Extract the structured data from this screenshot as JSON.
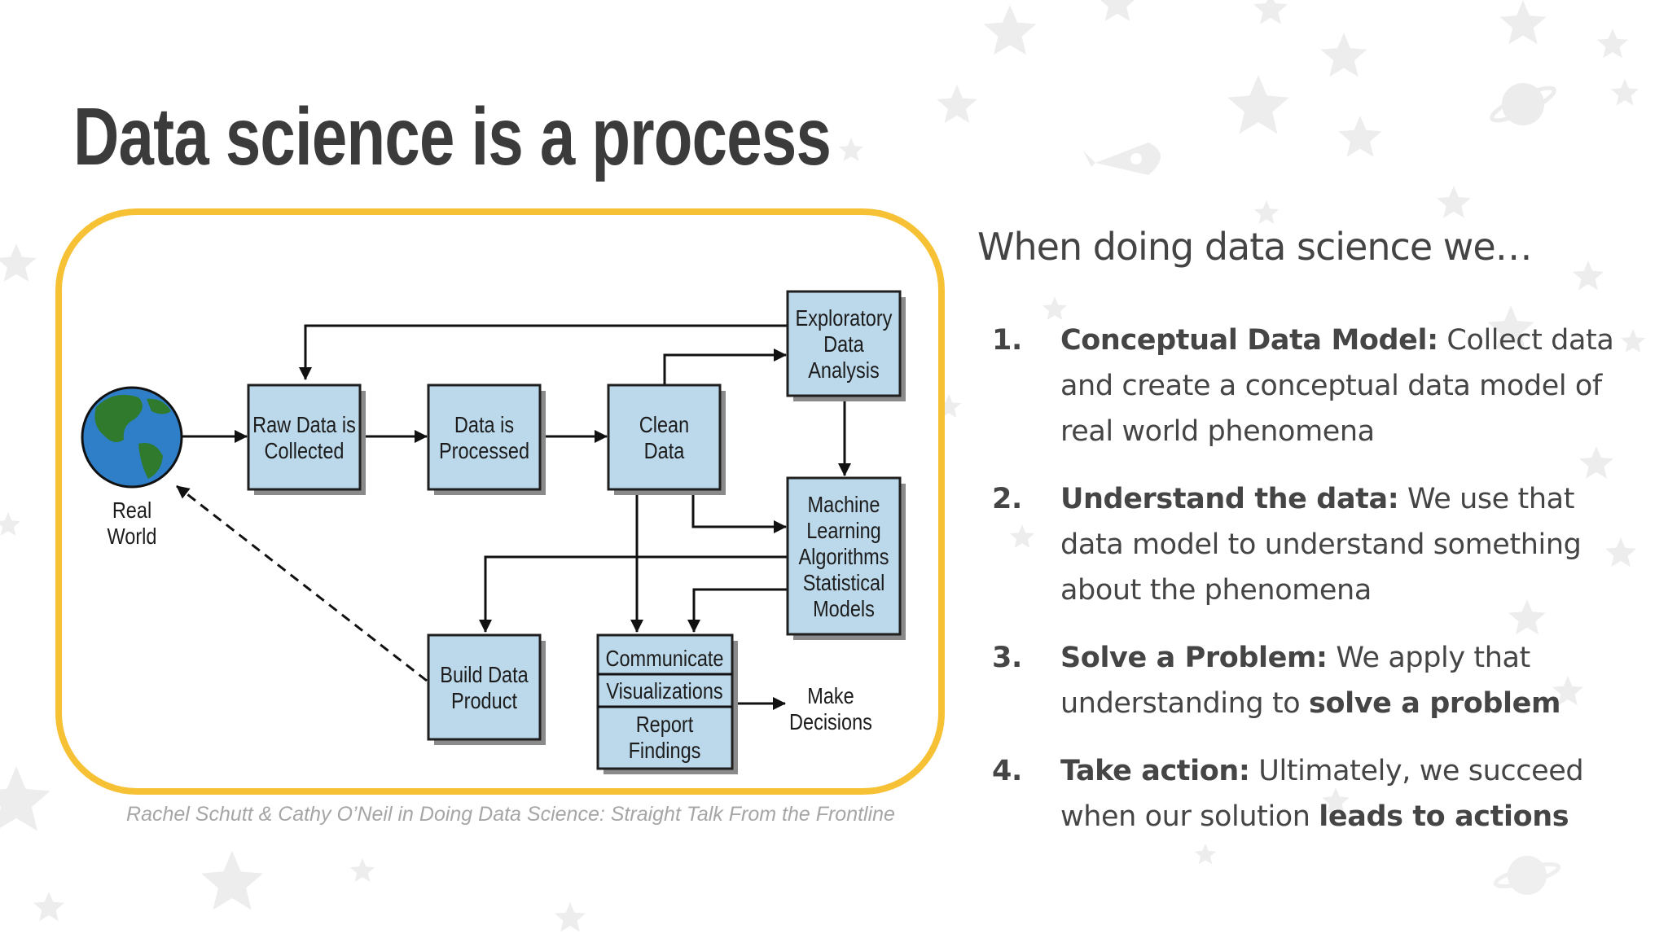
{
  "slide": {
    "title": "Data science is a process",
    "caption": "Rachel Schutt & Cathy O’Neil in Doing Data Science: Straight Talk From the Frontline",
    "intro": "When doing data science we…",
    "points": [
      {
        "number": "1.",
        "term": "Conceptual Data Model:",
        "text_a": " Collect data and create a conceptual data model of real world phenomena",
        "strong": "",
        "text_b": ""
      },
      {
        "number": "2.",
        "term": "Understand the data:",
        "text_a": " We use that data model to understand something about the phenomena",
        "strong": "",
        "text_b": ""
      },
      {
        "number": "3.",
        "term": "Solve a Problem:",
        "text_a": " We apply that understanding to ",
        "strong": "solve a problem",
        "text_b": ""
      },
      {
        "number": "4.",
        "term": "Take action:",
        "text_a": " Ultimately, we succeed when our solution ",
        "strong": "leads to actions",
        "text_b": ""
      }
    ]
  },
  "diagram": {
    "real_world": [
      "Real",
      "World"
    ],
    "raw": [
      "Raw Data is",
      "Collected"
    ],
    "processed": [
      "Data is",
      "Processed"
    ],
    "clean": [
      "Clean",
      "Data"
    ],
    "eda": [
      "Exploratory",
      "Data",
      "Analysis"
    ],
    "ml": [
      "Machine",
      "Learning",
      "Algorithms",
      "Statistical",
      "Models"
    ],
    "build": [
      "Build Data",
      "Product"
    ],
    "communicate": "Communicate",
    "visualizations": "Visualizations",
    "report": [
      "Report",
      "Findings"
    ],
    "decisions": [
      "Make",
      "Decisions"
    ]
  },
  "colors": {
    "frame": "#f6c135",
    "box_fill": "#bcd9eb",
    "box_stroke": "#1f1f1f",
    "ocean": "#2e7fc8",
    "land": "#2f7a2c"
  }
}
